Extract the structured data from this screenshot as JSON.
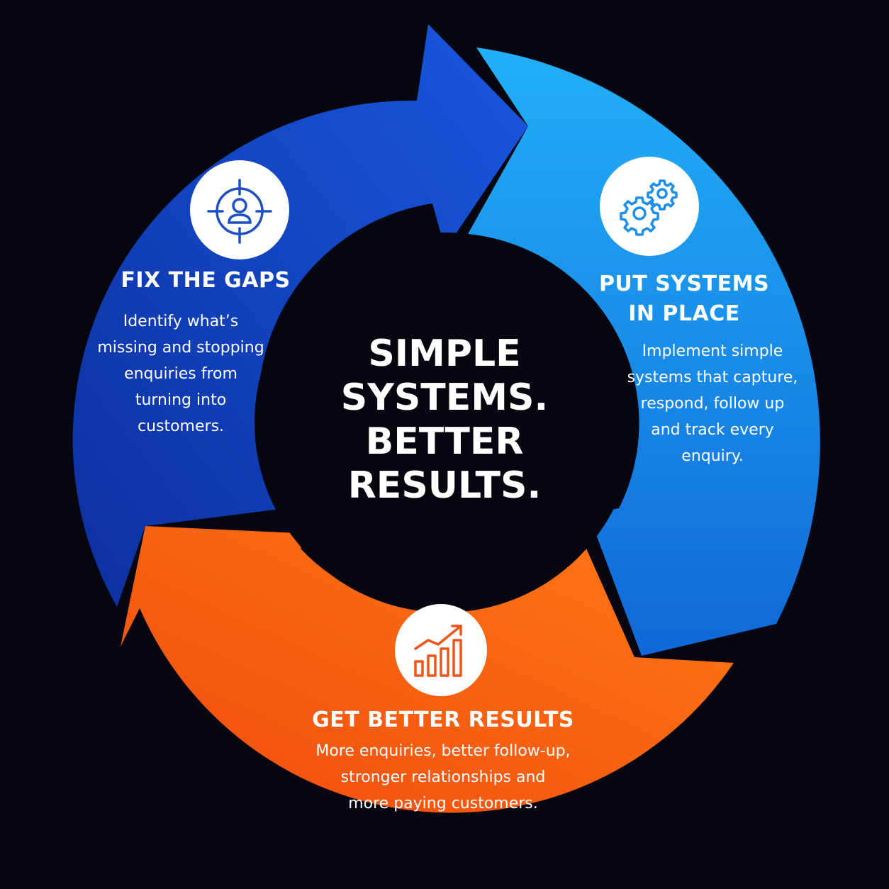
{
  "center": {
    "lines": [
      "SIMPLE",
      "SYSTEMS.",
      "BETTER",
      "RESULTS."
    ]
  },
  "segments": [
    {
      "id": "fix-gaps",
      "title": "FIX THE GAPS",
      "body": [
        "Identify what’s",
        "missing and stopping",
        "enquiries from",
        "turning into",
        "customers."
      ],
      "icon": "target-person-icon",
      "colors": [
        "#0c2f9e",
        "#1858e0"
      ],
      "icon_color": "#1d4ec4"
    },
    {
      "id": "put-systems",
      "title": [
        "PUT SYSTEMS",
        "IN PLACE"
      ],
      "body": [
        "Implement simple",
        "systems that capture,",
        "respond, follow up",
        "and track every",
        "enquiry."
      ],
      "icon": "gears-icon",
      "colors": [
        "#1068d8",
        "#22b0f8"
      ],
      "icon_color": "#1d8fe8"
    },
    {
      "id": "better-results",
      "title": "GET BETTER RESULTS",
      "body": [
        "More enquiries, better follow-up,",
        "stronger relationships and",
        "more paying customers."
      ],
      "icon": "growth-chart-icon",
      "colors": [
        "#f04a10",
        "#ff7a14"
      ],
      "icon_color": "#f0541a"
    }
  ],
  "background_color": "#05060f"
}
